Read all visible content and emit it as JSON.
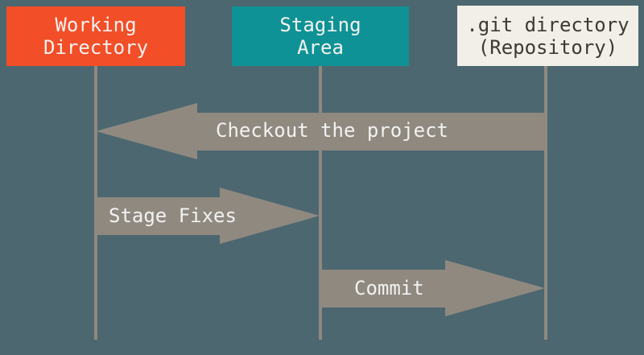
{
  "diagram": {
    "columns": [
      {
        "id": "working-directory",
        "label_line1": "Working",
        "label_line2": "Directory",
        "bg": "#f24e27",
        "fg": "#f3f2f0"
      },
      {
        "id": "staging-area",
        "label_line1": "Staging",
        "label_line2": "Area",
        "bg": "#0f9295",
        "fg": "#f3f2f0"
      },
      {
        "id": "git-directory",
        "label_line1": ".git directory",
        "label_line2": "(Repository)",
        "bg": "#f1efe7",
        "fg": "#3c3a35"
      }
    ],
    "arrows": [
      {
        "id": "checkout",
        "label": "Checkout the project",
        "direction": "left",
        "from": ".git directory (Repository)",
        "to": "Working Directory"
      },
      {
        "id": "stage-fixes",
        "label": "Stage Fixes",
        "direction": "right",
        "from": "Working Directory",
        "to": "Staging Area"
      },
      {
        "id": "commit",
        "label": "Commit",
        "direction": "right",
        "from": "Staging Area",
        "to": ".git directory (Repository)"
      }
    ],
    "colors": {
      "background": "#4c6770",
      "arrow": "#8f8980",
      "lifeline": "#8f8980",
      "arrow_text": "#f3f2f0"
    }
  }
}
